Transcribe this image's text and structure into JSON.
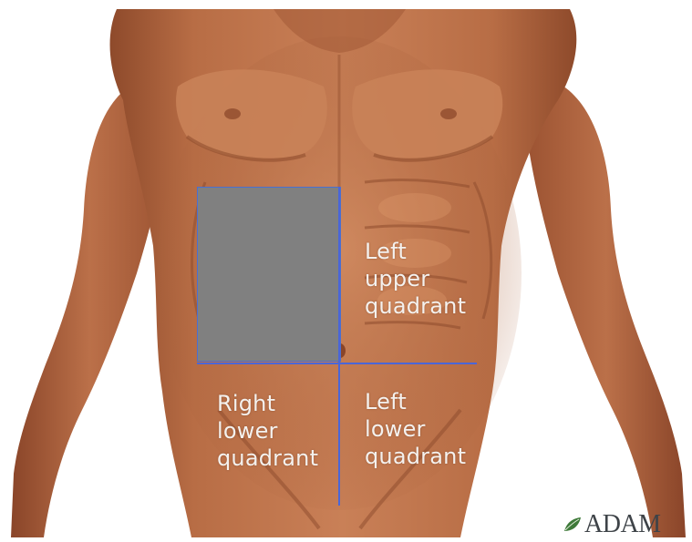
{
  "quadrants": {
    "left_upper": {
      "line1": "Left",
      "line2": "upper",
      "line3": "quadrant"
    },
    "right_lower": {
      "line1": "Right",
      "line2": "lower",
      "line3": "quadrant"
    },
    "left_lower": {
      "line1": "Left",
      "line2": "lower",
      "line3": "quadrant"
    }
  },
  "logo": {
    "text": "ADAM"
  },
  "colors": {
    "divider": "#4a66d8",
    "occluder": "#808080",
    "label_text": "#f4f1ee",
    "skin": "#b56a44"
  }
}
